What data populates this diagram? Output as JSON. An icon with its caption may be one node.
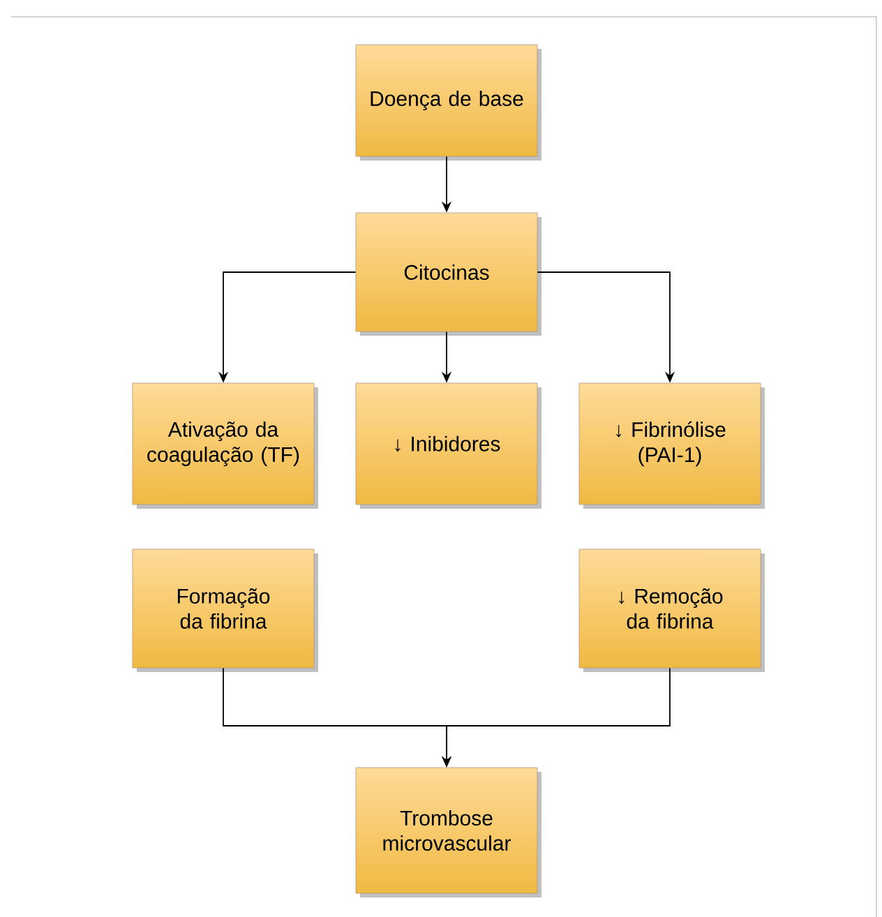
{
  "diagram": {
    "nodes": [
      {
        "text": [
          "Doença de base"
        ]
      },
      {
        "text": [
          "Citocinas"
        ]
      },
      {
        "text": [
          "Ativação da coagulação (TF)"
        ]
      },
      {
        "text": [
          "↓ Inibidores"
        ]
      },
      {
        "text": [
          "↓ Fibrinólise (PAI-1)"
        ]
      },
      {
        "text": [
          "Formação da fibrina"
        ]
      },
      {
        "text": [
          "↓ Remoção da fibrina"
        ]
      },
      {
        "text": [
          "Trombose microvascular"
        ]
      }
    ],
    "edges": [
      {
        "from": 0,
        "to": 1,
        "arrow": "to"
      },
      {
        "from": 1,
        "to": 2,
        "arrow": "to"
      },
      {
        "from": 1,
        "to": 3,
        "arrow": "to"
      },
      {
        "from": 1,
        "to": 4,
        "arrow": "to"
      },
      {
        "from": 5,
        "to": 7,
        "arrow": "to"
      },
      {
        "from": 6,
        "to": 7,
        "arrow": "to"
      }
    ]
  }
}
